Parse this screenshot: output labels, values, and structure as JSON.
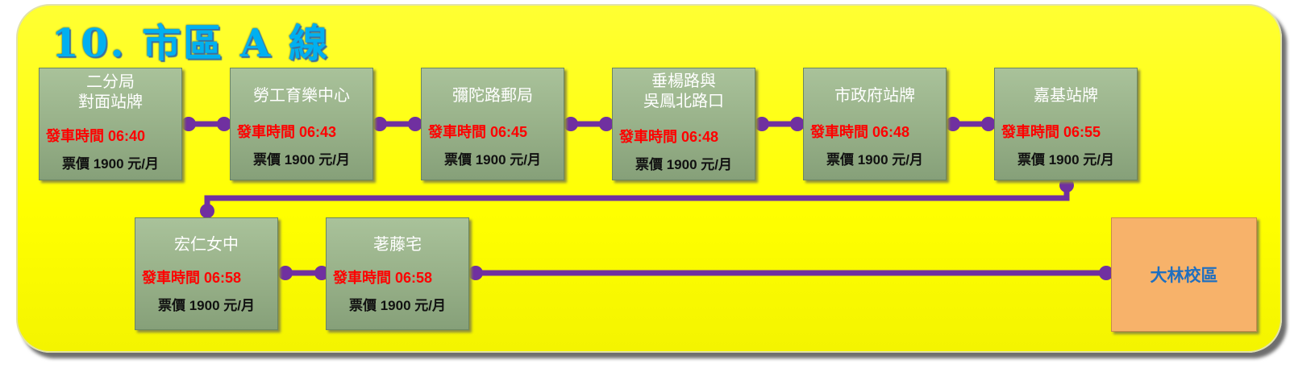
{
  "route": {
    "title": "10. 市區 A 線"
  },
  "stops": [
    {
      "name": "二分局\n對面站牌",
      "time": "發車時間 06:40",
      "fare": "票價 1900 元/月"
    },
    {
      "name": "勞工育樂中心",
      "time": "發車時間 06:43",
      "fare": "票價 1900 元/月"
    },
    {
      "name": "彌陀路郵局",
      "time": "發車時間 06:45",
      "fare": "票價 1900 元/月"
    },
    {
      "name": "垂楊路與\n吳鳳北路口",
      "time": "發車時間 06:48",
      "fare": "票價 1900 元/月"
    },
    {
      "name": "市政府站牌",
      "time": "發車時間 06:48",
      "fare": "票價 1900 元/月"
    },
    {
      "name": "嘉基站牌",
      "time": "發車時間 06:55",
      "fare": "票價 1900 元/月"
    },
    {
      "name": "宏仁女中",
      "time": "發車時間 06:58",
      "fare": "票價 1900 元/月"
    },
    {
      "name": "荖藤宅",
      "time": "發車時間 06:58",
      "fare": "票價 1900 元/月"
    }
  ],
  "destination": {
    "name": "大林校區"
  },
  "colors": {
    "panel": "#ffff00",
    "title": "#00b0f0",
    "connector": "#7030a0",
    "stop_box": "#97b088",
    "destination_box": "#f7b26a",
    "time_text": "#ff0000",
    "destination_text": "#1f6fc0"
  }
}
